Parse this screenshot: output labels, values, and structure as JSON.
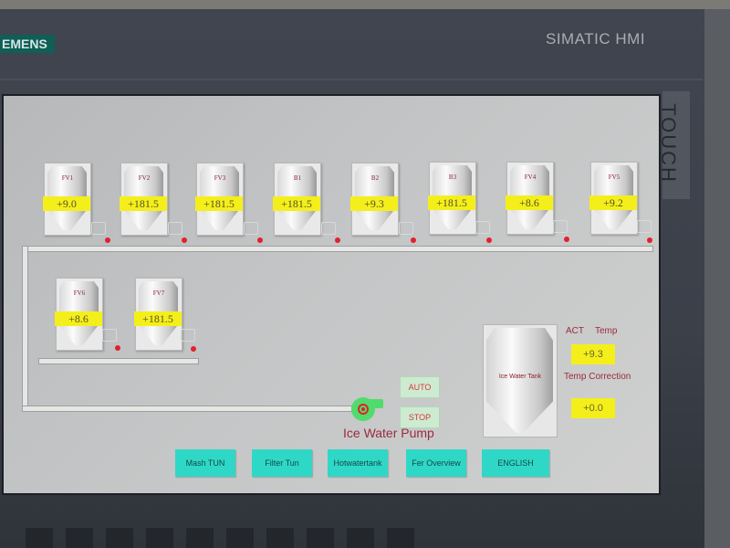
{
  "device": {
    "brand": "EMENS",
    "model": "SIMATIC HMI",
    "side_label": "TOUCH"
  },
  "tanks_row1": [
    {
      "id": "FV1",
      "value": "+9.0"
    },
    {
      "id": "FV2",
      "value": "+181.5"
    },
    {
      "id": "FV3",
      "value": "+181.5"
    },
    {
      "id": "B1",
      "value": "+181.5"
    },
    {
      "id": "B2",
      "value": "+9.3"
    },
    {
      "id": "B3",
      "value": "+181.5"
    },
    {
      "id": "FV4",
      "value": "+8.6"
    },
    {
      "id": "FV5",
      "value": "+9.2"
    }
  ],
  "tanks_row2": [
    {
      "id": "FV6",
      "value": "+8.6"
    },
    {
      "id": "FV7",
      "value": "+181.5"
    }
  ],
  "pump": {
    "label": "Ice Water Pump",
    "auto_label": "AUTO",
    "stop_label": "STOP",
    "color": "#4fdc6c"
  },
  "ice_water_tank": {
    "label": "Ice Water Tank",
    "act_label": "ACT",
    "temp_label": "Temp",
    "act_temp": "+9.3",
    "correction_label": "Temp Correction",
    "correction": "+0.0"
  },
  "nav": [
    {
      "label": "Mash TUN"
    },
    {
      "label": "Filter Tun"
    },
    {
      "label": "Hotwatertank"
    },
    {
      "label": "Fer Overview"
    },
    {
      "label": "ENGLISH"
    }
  ],
  "colors": {
    "value_bg": "#f4ef1b",
    "nav_bg": "#2fd8c6",
    "alarm_dot": "#e2202b",
    "label_red": "#9a2b3c"
  }
}
